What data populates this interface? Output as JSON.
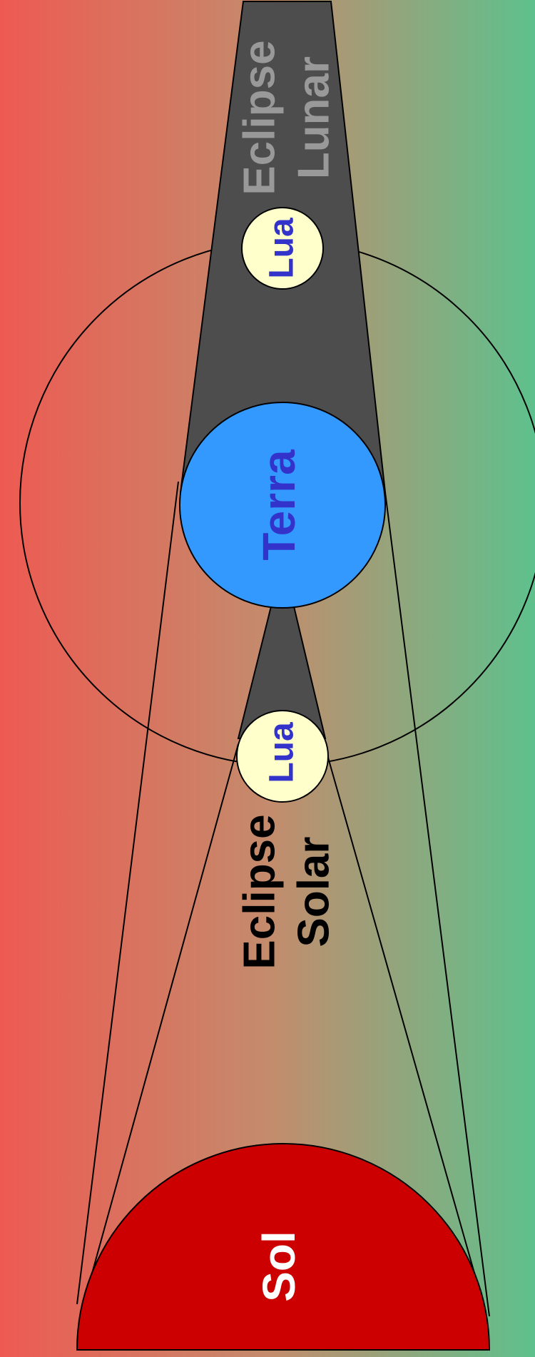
{
  "labels": {
    "lunar_eclipse_line1": "Eclipse",
    "lunar_eclipse_line2": "Lunar",
    "moon_top": "Lua",
    "earth": "Terra",
    "moon_bottom": "Lua",
    "solar_eclipse_line1": "Eclipse",
    "solar_eclipse_line2": "Solar",
    "sun": "Sol"
  },
  "colors": {
    "gradient_left": "#ee5a52",
    "gradient_mid": "#c48b6c",
    "gradient_right": "#5ec18d",
    "shadow": "#4d4d4d",
    "earth": "#3399ff",
    "earth_label": "#3333cc",
    "moon": "#ffffcc",
    "moon_label": "#3333cc",
    "sun": "#cc0000",
    "sun_label": "#ffffff",
    "lunar_label": "#999999",
    "solar_label": "#000000",
    "outline": "#000000"
  }
}
